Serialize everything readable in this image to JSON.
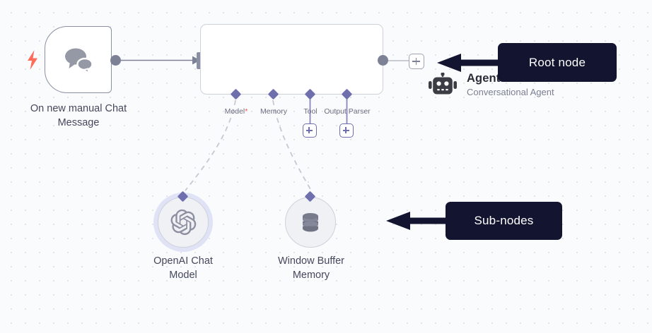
{
  "canvas": {
    "background_color": "#fafbfc",
    "dot_color": "#e3e3e8"
  },
  "colors": {
    "accent_purple": "#6f6fae",
    "node_border": "#cfd1da",
    "trigger_border": "#8b8fa3",
    "connector_gray": "#7d8196",
    "required_star": "#f0564a",
    "trigger_bolt": "#ff6d5a",
    "callout_bg": "#121430",
    "callout_text": "#ffffff",
    "label_text": "#44485c",
    "subtitle_text": "#7a7f92",
    "halo": "#dfe3f5"
  },
  "nodes": {
    "trigger": {
      "label_line1": "On new manual Chat",
      "label_line2": "Message",
      "icon": "chat-bubbles-icon",
      "badge_icon": "lightning-bolt-icon"
    },
    "agent": {
      "title": "Agent",
      "subtitle": "Conversational Agent",
      "icon": "robot-icon",
      "ports": [
        {
          "label": "Model",
          "required": true,
          "required_marker": "*",
          "has_plus": false
        },
        {
          "label": "Memory",
          "required": false,
          "required_marker": "",
          "has_plus": false
        },
        {
          "label": "Tool",
          "required": false,
          "required_marker": "",
          "has_plus": true
        },
        {
          "label": "Output Parser",
          "required": false,
          "required_marker": "",
          "has_plus": true
        }
      ],
      "output_plus": "add-node-plus-icon"
    },
    "openai": {
      "label_line1": "OpenAI Chat",
      "label_line2": "Model",
      "icon": "openai-logo-icon"
    },
    "memory": {
      "label_line1": "Window Buffer",
      "label_line2": "Memory",
      "icon": "database-stack-icon"
    }
  },
  "callouts": [
    {
      "text": "Root node"
    },
    {
      "text": "Sub-nodes"
    }
  ]
}
